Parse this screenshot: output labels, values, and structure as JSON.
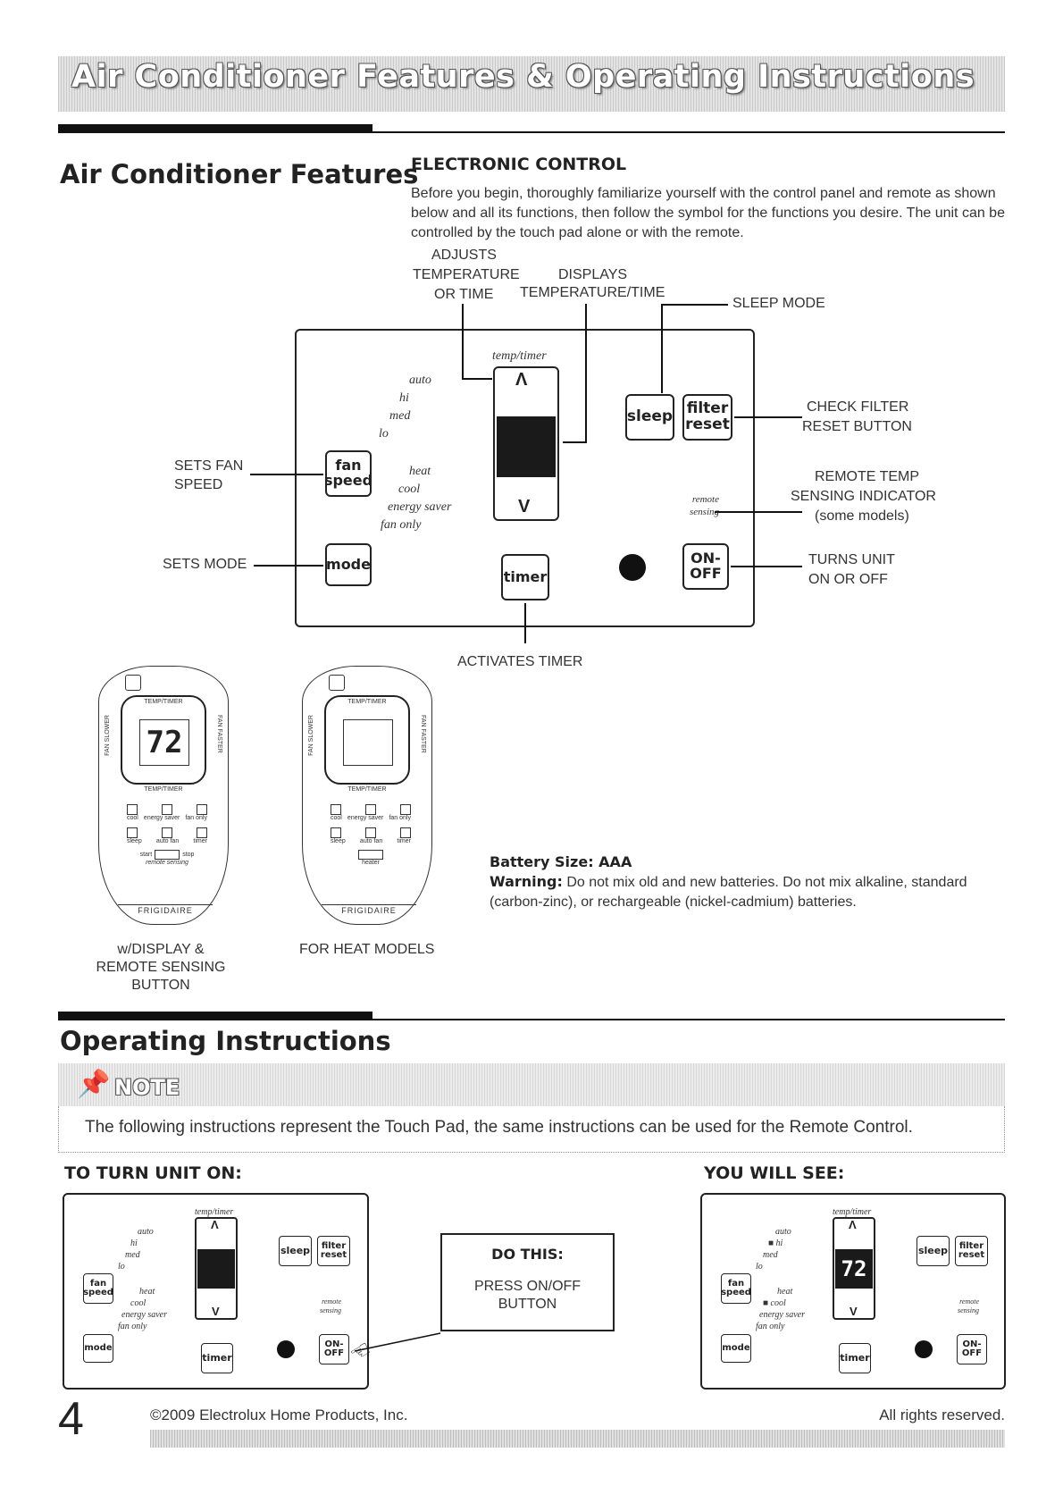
{
  "header": {
    "banner_title": "Air Conditioner Features & Operating Instructions"
  },
  "features": {
    "title": "Air Conditioner Features",
    "electronic_control": {
      "heading": "ELECTRONIC CONTROL",
      "paragraph": "Before you begin, thoroughly familiarize yourself with the control panel and remote as shown below and all its functions, then follow the symbol for the functions you desire. The unit can be controlled by the touch pad alone or with the remote."
    },
    "callouts": {
      "adjusts": [
        "ADJUSTS",
        "TEMPERATURE",
        "OR TIME"
      ],
      "displays": [
        "DISPLAYS",
        "TEMPERATURE/TIME"
      ],
      "sleep_mode": "SLEEP MODE",
      "check_filter": [
        "CHECK FILTER",
        "RESET BUTTON"
      ],
      "remote_temp": [
        "REMOTE TEMP",
        "SENSING INDICATOR",
        "(some models)"
      ],
      "turns_unit": [
        "TURNS UNIT",
        "ON OR OFF"
      ],
      "sets_fan": [
        "SETS FAN",
        "SPEED"
      ],
      "sets_mode": "SETS MODE",
      "activates_timer": "ACTIVATES TIMER"
    },
    "panel": {
      "temp_timer_label": "temp/timer",
      "fan_speeds": [
        "auto",
        "hi",
        "med",
        "lo"
      ],
      "modes": [
        "heat",
        "cool",
        "energy saver",
        "fan only"
      ],
      "remote_sensing": [
        "remote",
        "sensing"
      ],
      "buttons": {
        "fan": [
          "fan",
          "speed"
        ],
        "mode": "mode",
        "sleep": "sleep",
        "filter": [
          "filter",
          "reset"
        ],
        "timer": "timer",
        "onoff": [
          "ON-",
          "OFF"
        ],
        "up": "Λ",
        "down": "V"
      }
    },
    "remotes": {
      "display_value": "72",
      "temp_timer": "TEMP/TIMER",
      "fan_slower": "FAN SLOWER",
      "fan_faster": "FAN FASTER",
      "row1": [
        "cool",
        "energy saver",
        "fan only"
      ],
      "row2": [
        "sleep",
        "auto fan",
        "timer"
      ],
      "start": "start",
      "stop": "stop",
      "remote_sensing": "remote sensing",
      "heater": "heater",
      "brand": "FRIGIDAIRE",
      "caption_left": [
        "w/DISPLAY &",
        "REMOTE SENSING",
        "BUTTON"
      ],
      "caption_right": "FOR HEAT MODELS"
    },
    "battery": {
      "size_label": "Battery Size: AAA",
      "warning_label": "Warning:",
      "warning_text": " Do not mix old and new batteries. Do not mix alkaline, standard (carbon-zinc), or rechargeable (nickel-cadmium) batteries."
    }
  },
  "operating": {
    "title": "Operating Instructions",
    "note_title": "NOTE",
    "note_text": "The following instructions represent the Touch Pad, the same instructions can be used for the Remote Control.",
    "turn_on_heading": "TO TURN UNIT ON:",
    "you_will_see_heading": "YOU WILL SEE:",
    "do_this_title": "DO THIS:",
    "do_this_text": [
      "PRESS ON/OFF",
      "BUTTON"
    ],
    "display_value": "72"
  },
  "footer": {
    "page_number": "4",
    "copyright": "©2009 Electrolux Home Products, Inc.",
    "rights": "All rights reserved."
  }
}
